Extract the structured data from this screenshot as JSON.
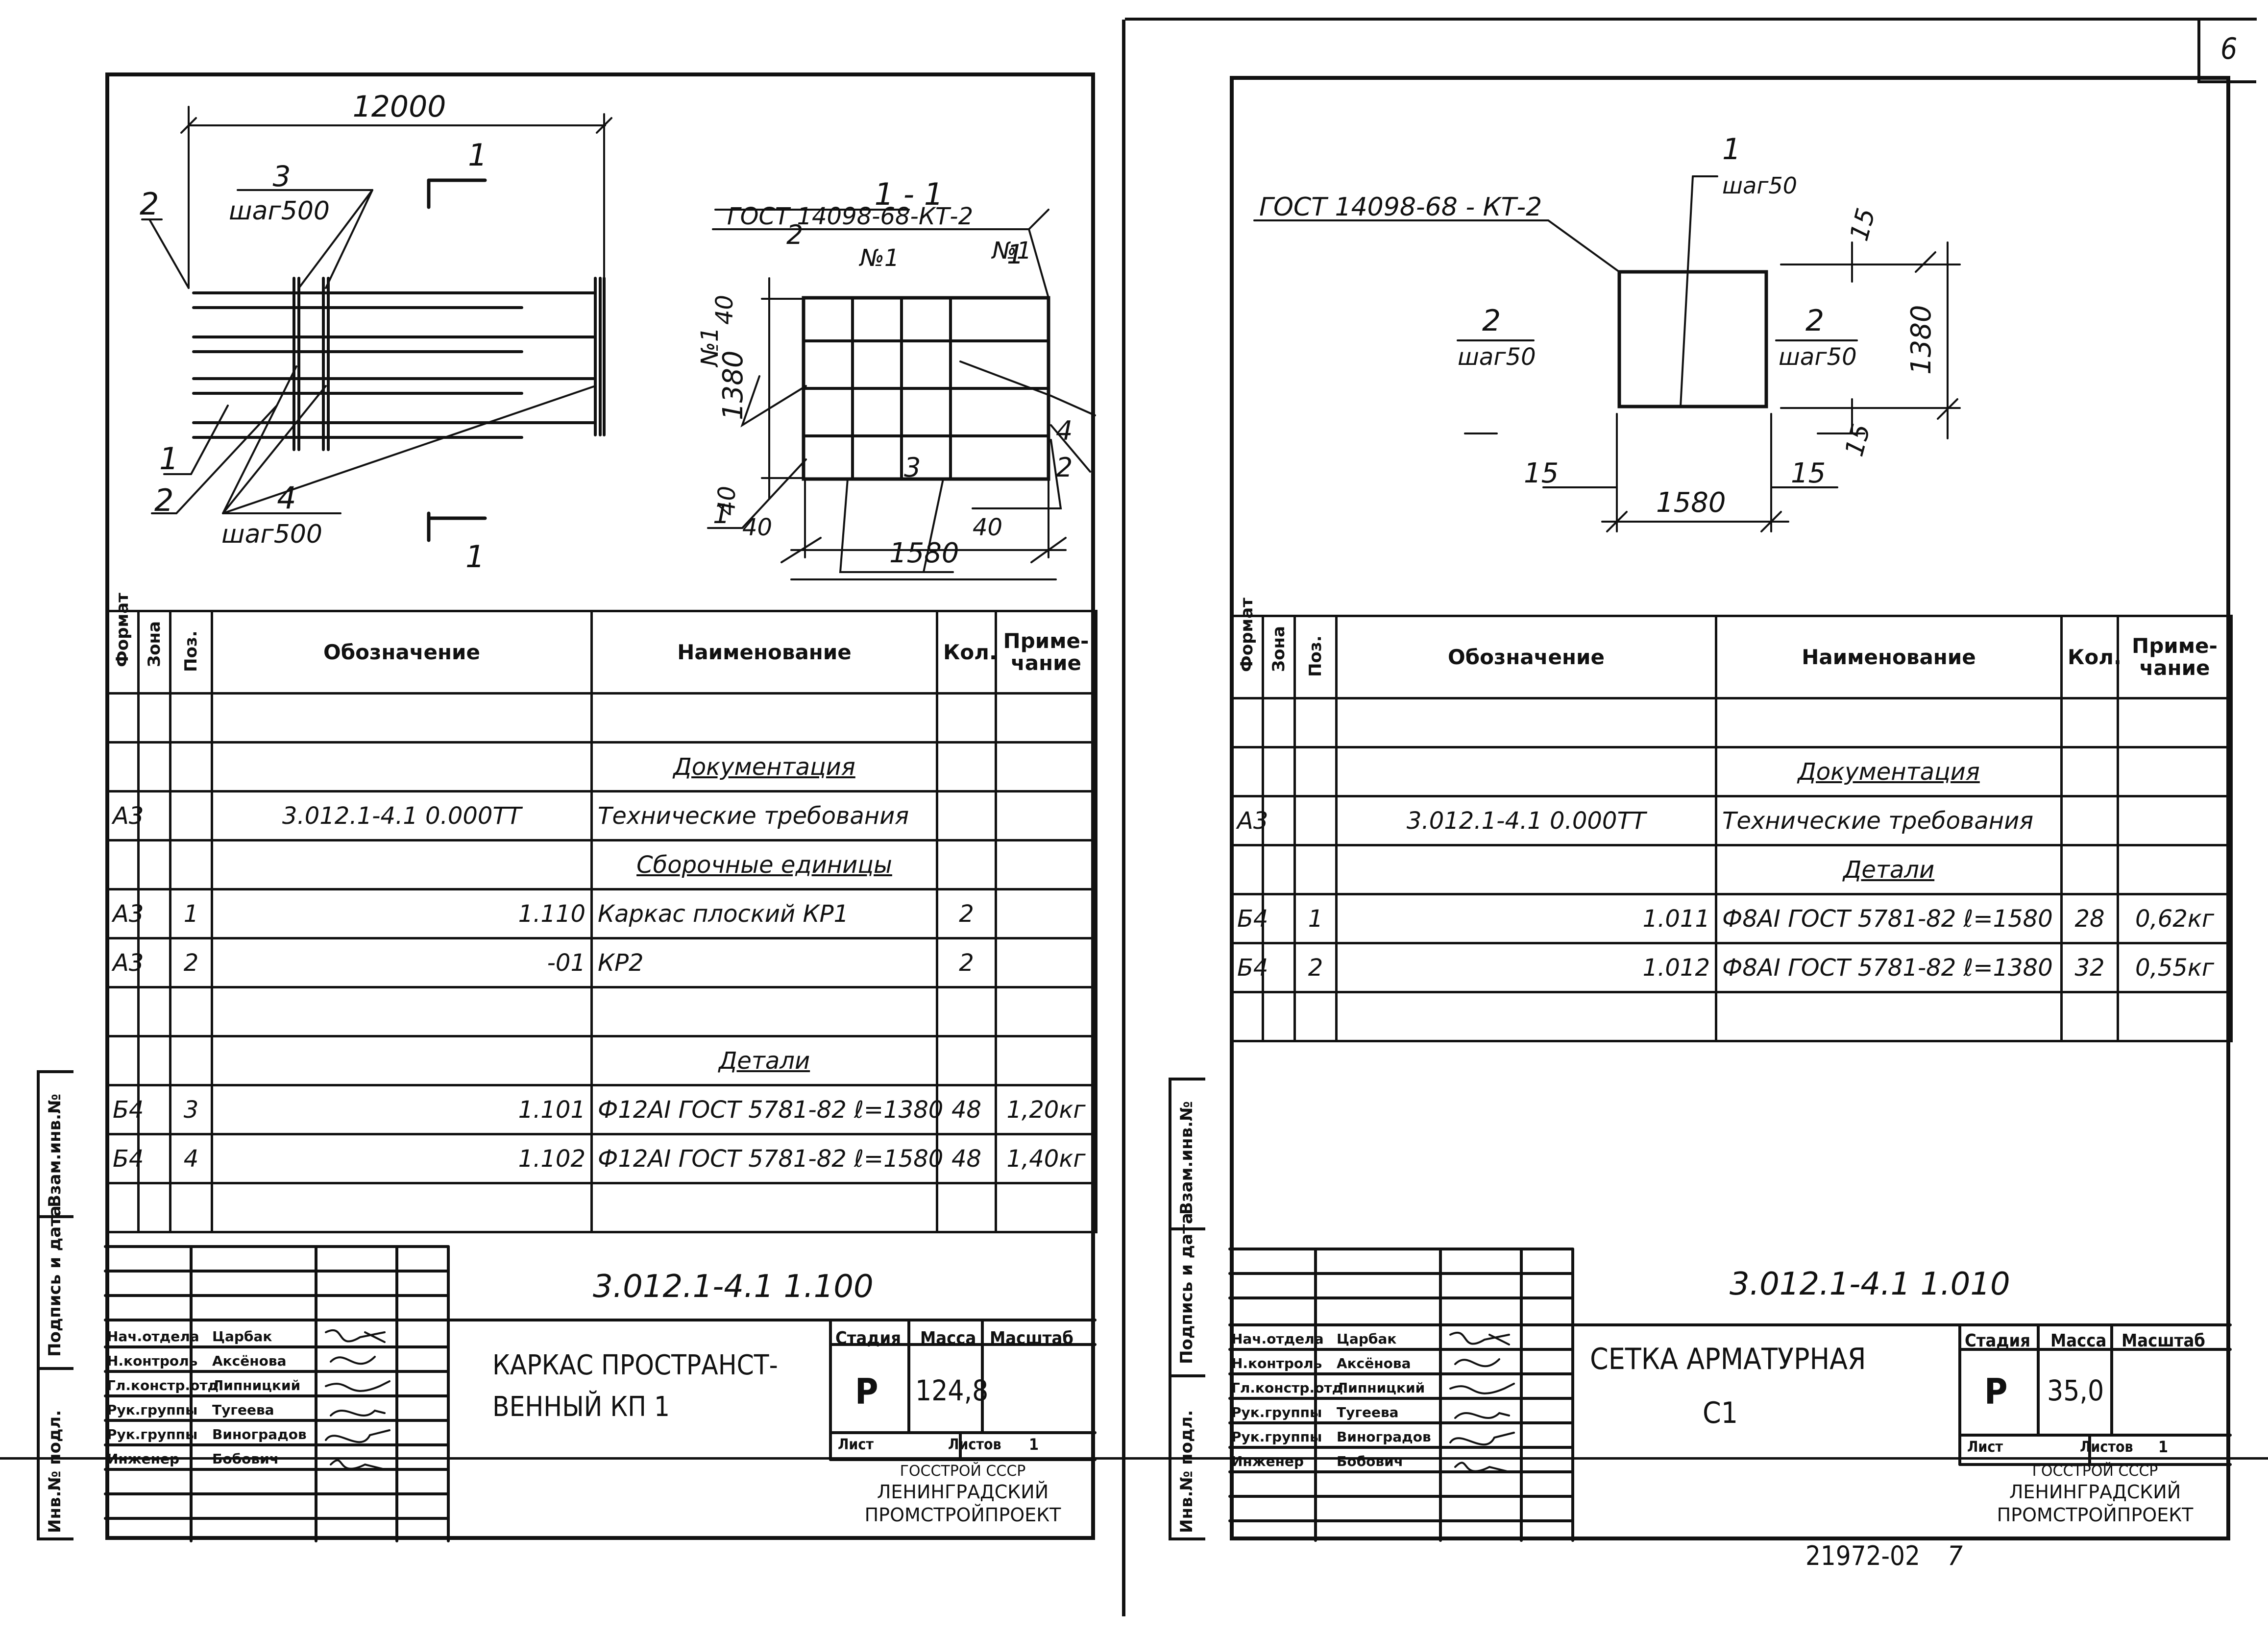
{
  "page_number": "6",
  "archive_number": "21972-02",
  "archive_sheet": "7",
  "side_stamp": {
    "inv_zam": "Взам.инв.№",
    "signature_date": "Подпись и дата",
    "inv_podl": "Инв.№ подл."
  },
  "table_header": {
    "format": "Формат",
    "zone": "Зона",
    "pos": "Поз.",
    "designation": "Обозначение",
    "name": "Наименование",
    "qty": "Кол.",
    "note": "Приме-чание"
  },
  "left": {
    "drawing": {
      "overall_length": "12000",
      "section_mark": "1",
      "pos2_leader": "2",
      "pos3_label": "3",
      "pos3_step": "шаг500",
      "pos4_label": "4",
      "pos4_step": "шаг500",
      "pos1_label": "1",
      "pos2_label": "2",
      "section_title": "1 - 1",
      "gost": "ГОСТ 14098-68-КТ-2",
      "dim_40_top": "40",
      "dim_1380": "1380",
      "dim_40_bottom": "40",
      "dim_40_left": "40",
      "dim_1580": "1580",
      "dim_40_right": "40",
      "n1_top": "№1",
      "n1_right": "№1",
      "n1_left": "№1",
      "sec_pos1": "1",
      "sec_pos2": "2",
      "sec_pos3": "3",
      "sec_pos4": "4",
      "sec_pos2b": "2",
      "sec_pos1b": "1"
    },
    "rows": [
      {
        "fmt": "",
        "pos": "",
        "des": "",
        "name": "",
        "qty": "",
        "note": ""
      },
      {
        "fmt": "",
        "pos": "",
        "des": "",
        "name": "Документация",
        "qty": "",
        "note": "",
        "section": true
      },
      {
        "fmt": "А3",
        "pos": "",
        "des": "3.012.1-4.1   0.000ТТ",
        "name": "Технические требования",
        "qty": "",
        "note": ""
      },
      {
        "fmt": "",
        "pos": "",
        "des": "",
        "name": "Сборочные единицы",
        "qty": "",
        "note": "",
        "section": true
      },
      {
        "fmt": "А3",
        "pos": "1",
        "des": "1.110",
        "name": "Каркас плоский КР1",
        "qty": "2",
        "note": ""
      },
      {
        "fmt": "А3",
        "pos": "2",
        "des": "-01",
        "name": "КР2",
        "qty": "2",
        "note": ""
      },
      {
        "fmt": "",
        "pos": "",
        "des": "",
        "name": "",
        "qty": "",
        "note": ""
      },
      {
        "fmt": "",
        "pos": "",
        "des": "",
        "name": "Детали",
        "qty": "",
        "note": "",
        "section": true
      },
      {
        "fmt": "Б4",
        "pos": "3",
        "des": "1.101",
        "name": "Ф12АI ГОСТ 5781-82 ℓ=1380",
        "qty": "48",
        "note": "1,20кг"
      },
      {
        "fmt": "Б4",
        "pos": "4",
        "des": "1.102",
        "name": "Ф12АI ГОСТ 5781-82 ℓ=1580",
        "qty": "48",
        "note": "1,40кг"
      },
      {
        "fmt": "",
        "pos": "",
        "des": "",
        "name": "",
        "qty": "",
        "note": ""
      }
    ],
    "stamp": {
      "doc_code": "3.012.1-4.1   1.100",
      "title_line1": "КАРКАС  ПРОСТРАНСТ-",
      "title_line2": "ВЕННЫЙ   КП 1",
      "stage_label": "Стадия",
      "mass_label": "Масса",
      "scale_label": "Масштаб",
      "stage": "Р",
      "mass": "124,8",
      "scale": "",
      "sheet_label": "Лист",
      "sheets_label": "Листов",
      "sheets": "1",
      "org_line1": "ГОССТРОЙ СССР",
      "org_line2": "ЛЕНИНГРАДСКИЙ",
      "org_line3": "ПРОМСТРОЙПРОЕКТ",
      "staff": [
        {
          "role": "Нач.отдела",
          "name": "Царбак"
        },
        {
          "role": "Н.контроль",
          "name": "Аксёнова"
        },
        {
          "role": "Гл.констр.отд",
          "name": "Липницкий"
        },
        {
          "role": "Рук.группы",
          "name": "Тугеева"
        },
        {
          "role": "Рук.группы",
          "name": "Виноградов"
        },
        {
          "role": "Инженер",
          "name": "Бобович"
        }
      ]
    }
  },
  "right": {
    "drawing": {
      "gost": "ГОСТ 14098-68 - КТ-2",
      "pos1": "1",
      "pos1_step": "шаг50",
      "pos2_left": "2",
      "pos2_left_step": "шаг50",
      "pos2_right": "2",
      "pos2_right_step": "шаг50",
      "dim_15_top": "15",
      "dim_1380": "1380",
      "dim_15_bottom": "15",
      "dim_15_left": "15",
      "dim_15_right": "15",
      "dim_1580": "1580"
    },
    "rows": [
      {
        "fmt": "",
        "pos": "",
        "des": "",
        "name": "",
        "qty": "",
        "note": ""
      },
      {
        "fmt": "",
        "pos": "",
        "des": "",
        "name": "Документация",
        "qty": "",
        "note": "",
        "section": true
      },
      {
        "fmt": "А3",
        "pos": "",
        "des": "3.012.1-4.1   0.000ТТ",
        "name": "Технические требования",
        "qty": "",
        "note": ""
      },
      {
        "fmt": "",
        "pos": "",
        "des": "",
        "name": "Детали",
        "qty": "",
        "note": "",
        "section": true
      },
      {
        "fmt": "Б4",
        "pos": "1",
        "des": "1.011",
        "name": "Ф8АI ГОСТ 5781-82 ℓ=1580",
        "qty": "28",
        "note": "0,62кг"
      },
      {
        "fmt": "Б4",
        "pos": "2",
        "des": "1.012",
        "name": "Ф8АI ГОСТ 5781-82 ℓ=1380",
        "qty": "32",
        "note": "0,55кг"
      },
      {
        "fmt": "",
        "pos": "",
        "des": "",
        "name": "",
        "qty": "",
        "note": ""
      }
    ],
    "stamp": {
      "doc_code": "3.012.1-4.1   1.010",
      "title_line1": "СЕТКА  АРМАТУРНАЯ",
      "title_line2": "С1",
      "stage_label": "Стадия",
      "mass_label": "Масса",
      "scale_label": "Масштаб",
      "stage": "Р",
      "mass": "35,0",
      "scale": "",
      "sheet_label": "Лист",
      "sheets_label": "Листов",
      "sheets": "1",
      "org_line1": "ГОССТРОЙ СССР",
      "org_line2": "ЛЕНИНГРАДСКИЙ",
      "org_line3": "ПРОМСТРОЙПРОЕКТ",
      "staff": [
        {
          "role": "Нач.отдела",
          "name": "Царбак"
        },
        {
          "role": "Н.контроль",
          "name": "Аксёнова"
        },
        {
          "role": "Гл.констр.отд",
          "name": "Липницкий"
        },
        {
          "role": "Рук.группы",
          "name": "Тугеева"
        },
        {
          "role": "Рук.группы",
          "name": "Виноградов"
        },
        {
          "role": "Инженер",
          "name": "Бобович"
        }
      ]
    }
  }
}
